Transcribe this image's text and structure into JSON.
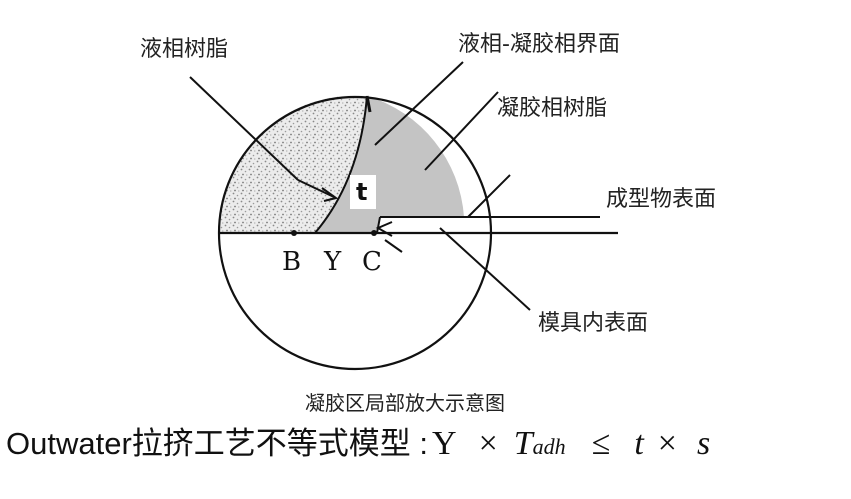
{
  "labels": {
    "liquid_resin": "液相树脂",
    "liquid_gel_interface": "液相-凝胶相界面",
    "gel_resin": "凝胶相树脂",
    "molded_surface": "成型物表面",
    "mold_inner_surface": "模具内表面"
  },
  "points": {
    "t": "t",
    "B": "B",
    "Y": "Y",
    "C": "C"
  },
  "caption": "凝胶区局部放大示意图",
  "formula": {
    "prefix": "Outwater拉挤工艺不等式模型 :",
    "Y": "Y",
    "times1": "×",
    "T": "T",
    "sub": "adh",
    "leq": "≤",
    "t": "t",
    "times2": "×",
    "s": "s"
  },
  "colors": {
    "gel_fill": "#c4c4c4",
    "liquid_fill": "#e6e6e6",
    "line": "#111111"
  }
}
